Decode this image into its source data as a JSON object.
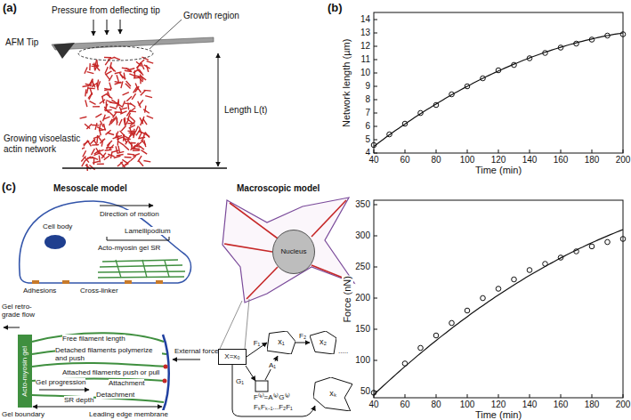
{
  "diagram": {
    "nodes": [
      {
        "text": [
          "Acto-myosin gel"
        ]
      },
      {
        "text": [
          "Nucleus"
        ]
      },
      {
        "text": [
          "X=x₀"
        ]
      },
      {
        "text": [
          "x₁"
        ]
      },
      {
        "text": [
          "x₂"
        ]
      },
      {
        "text": [
          "xₖ"
        ]
      }
    ],
    "edges": [
      {
        "from": 2,
        "to": 3,
        "arrow": "to",
        "label": "F₁"
      },
      {
        "from": 3,
        "to": 4,
        "arrow": "to",
        "label": "F₂"
      },
      {
        "from": 2,
        "to": 5,
        "arrow": "to"
      }
    ],
    "labels": [
      "(a)",
      "AFM Tip",
      "Pressure from deflecting tip",
      "Growth region",
      "Length L(t)",
      "Growing visoelastic actin network",
      "(b)",
      "Network length (µm)",
      "Time (min)",
      "Force (nN)",
      "Time (min)",
      "(c)",
      "Mesoscale model",
      "Macroscopic model",
      "Cell body",
      "Direction of motion",
      "Lamellipodium",
      "Acto-myosin gel SR",
      "Adhesions",
      "Cross-linker",
      "Gel retro-grade flow",
      "Free filament length",
      "Detached filaments polymerize and push",
      "Attached filaments push or pull",
      "External force",
      "Gel progression",
      "Attachment",
      "Detachment",
      "SR depth",
      "Gel boundary",
      "Leading edge membrane",
      "A₁",
      "G₁",
      ".....",
      "F⁽ᵏ⁾=A⁽ᵏ⁾G⁽ᵏ⁾",
      "FₖFₖ₋₁...F₂F₁",
      "4",
      "5",
      "6",
      "7",
      "8",
      "9",
      "10",
      "11",
      "12",
      "13",
      "14",
      "40",
      "60",
      "80",
      "100",
      "120",
      "140",
      "160",
      "180",
      "200",
      "50",
      "100",
      "150",
      "200",
      "250",
      "300",
      "350",
      "40",
      "60",
      "80",
      "100",
      "120",
      "140",
      "160",
      "180",
      "200"
    ]
  }
}
